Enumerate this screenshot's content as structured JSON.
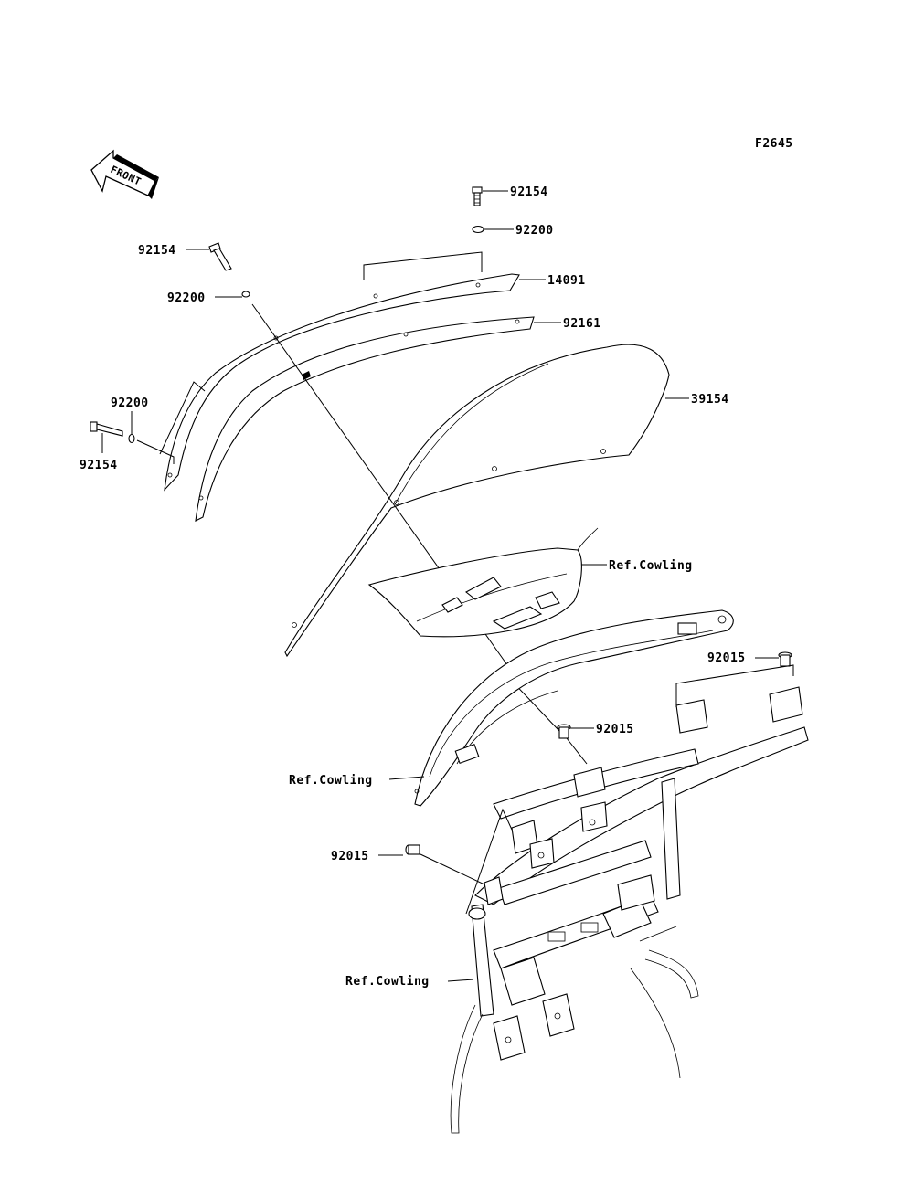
{
  "figure_code": "F2645",
  "front_marker": "FRONT",
  "callouts": [
    {
      "id": "c1",
      "text": "92154"
    },
    {
      "id": "c2",
      "text": "92200"
    },
    {
      "id": "c3",
      "text": "92154"
    },
    {
      "id": "c4",
      "text": "14091"
    },
    {
      "id": "c5",
      "text": "92200"
    },
    {
      "id": "c6",
      "text": "92161"
    },
    {
      "id": "c7",
      "text": "39154"
    },
    {
      "id": "c8",
      "text": "92200"
    },
    {
      "id": "c9",
      "text": "92154"
    },
    {
      "id": "c10",
      "text": "Ref.Cowling"
    },
    {
      "id": "c11",
      "text": "92015"
    },
    {
      "id": "c12",
      "text": "92015"
    },
    {
      "id": "c13",
      "text": "Ref.Cowling"
    },
    {
      "id": "c14",
      "text": "92015"
    },
    {
      "id": "c15",
      "text": "Ref.Cowling"
    }
  ]
}
